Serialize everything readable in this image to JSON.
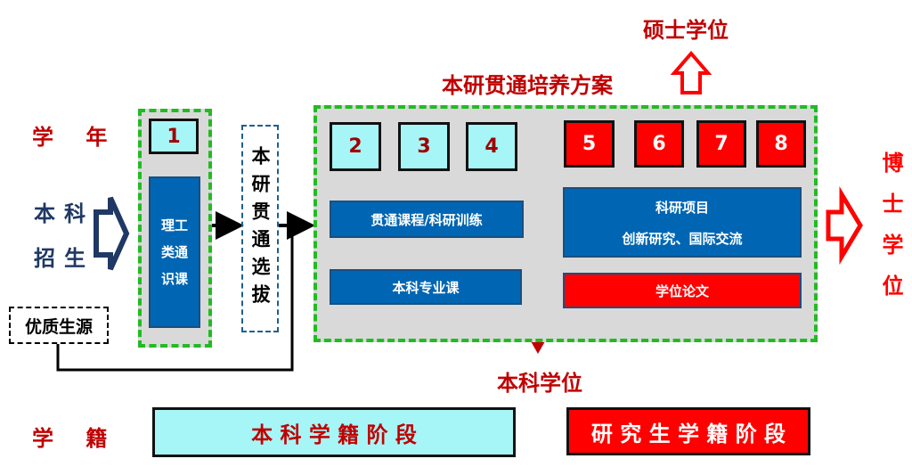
{
  "row_labels": {
    "year": "学 年",
    "status": "学 籍"
  },
  "enroll": {
    "line1": "本科",
    "line2": "招生"
  },
  "quality_source": "优质生源",
  "general_course": {
    "year": "1",
    "label": "理工类通识课"
  },
  "selection": "本研贯通选拔",
  "program": {
    "title": "本研贯通培养方案",
    "undergrad_years": [
      "2",
      "3",
      "4"
    ],
    "grad_years": [
      "5",
      "6",
      "7",
      "8"
    ],
    "courses_integrated": "贯通课程/科研训练",
    "courses_major": "本科专业课",
    "research_line1": "科研项目",
    "research_line2": "创新研究、国际交流",
    "thesis": "学位论文"
  },
  "degrees": {
    "master": "硕士学位",
    "bachelor": "本科学位",
    "doctor": "博士学位"
  },
  "stages": {
    "undergrad": "本 科 学 籍 阶 段",
    "grad": "研 究 生 学 籍 阶 段"
  },
  "colors": {
    "red": "#ff0000",
    "cyan": "#a6f6f8",
    "blue": "#0066b3",
    "green": "#22bb22"
  }
}
